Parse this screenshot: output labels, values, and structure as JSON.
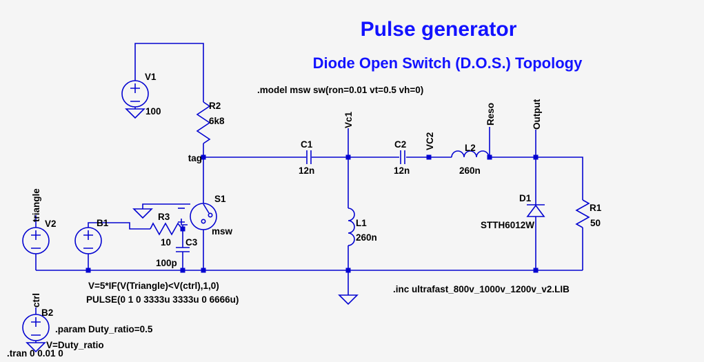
{
  "title": {
    "main": "Pulse generator",
    "subtitle": "Diode Open Switch (D.O.S.) Topology"
  },
  "directives": {
    "model": ".model msw sw(ron=0.01 vt=0.5 vh=0)",
    "b1_function": "V=5*IF(V(Triangle)<V(ctrl),1,0)",
    "v2_pulse": "PULSE(0 1 0 3333u 3333u 0 6666u)",
    "include": ".inc ultrafast_800v_1000v_1200v_v2.LIB",
    "param": ".param Duty_ratio=0.5",
    "b2_function": "V=Duty_ratio",
    "tran": ".tran 0 0.01 0"
  },
  "components": {
    "v1": {
      "name": "V1",
      "value": "100"
    },
    "v2": {
      "name": "V2"
    },
    "b1": {
      "name": "B1"
    },
    "b2": {
      "name": "B2"
    },
    "r1": {
      "name": "R1",
      "value": "50"
    },
    "r2": {
      "name": "R2",
      "value": "6k8"
    },
    "r3": {
      "name": "R3",
      "value": "10"
    },
    "c1": {
      "name": "C1",
      "value": "12n"
    },
    "c2": {
      "name": "C2",
      "value": "12n"
    },
    "c3": {
      "name": "C3",
      "value": "100p"
    },
    "l1": {
      "name": "L1",
      "value": "260n"
    },
    "l2": {
      "name": "L2",
      "value": "260n"
    },
    "d1": {
      "name": "D1",
      "value": "STTH6012W"
    },
    "s1": {
      "name": "S1",
      "value": "msw"
    }
  },
  "nets": {
    "tag": "tag",
    "vc1": "Vc1",
    "vc2": "VC2",
    "reso": "Reso",
    "output": "Output",
    "triangle": "triangle",
    "ctrl": "ctrl"
  },
  "colors": {
    "wire": "#0404d0",
    "text": "#000000",
    "title": "#1212ff",
    "background": "#f5f5f5"
  }
}
